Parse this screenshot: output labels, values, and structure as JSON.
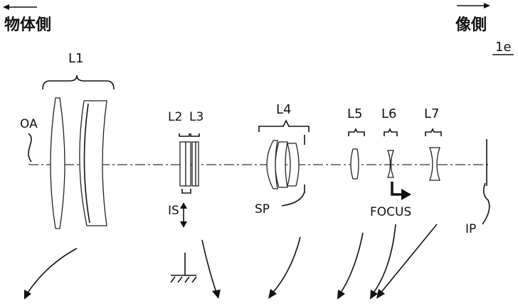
{
  "figure_id": "1e",
  "object_side": "物体側",
  "image_side": "像側",
  "groups": {
    "L1": "L1",
    "L2": "L2",
    "L3": "L3",
    "L4": "L4",
    "L5": "L5",
    "L6": "L6",
    "L7": "L7"
  },
  "labels": {
    "optical_axis": "OA",
    "image_stabilization": "IS",
    "stop": "SP",
    "focus": "FOCUS",
    "image_plane": "IP"
  },
  "colors": {
    "ink": "#111111",
    "background": "#ffffff"
  }
}
